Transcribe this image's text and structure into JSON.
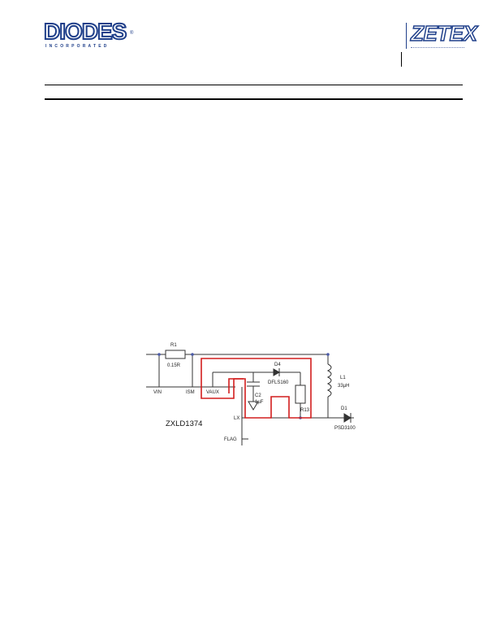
{
  "header": {
    "diodes_logo_text": "DIODES",
    "diodes_logo_sub": "INCORPORATED",
    "zetex_logo_text": "ZETEX"
  },
  "schematic": {
    "chip": "ZXLD1374",
    "pins": {
      "vin": "VIN",
      "ism": "ISM",
      "vaux": "VAUX",
      "lx": "LX",
      "flag": "FLAG"
    },
    "r1": {
      "ref": "R1",
      "value": "0.15R"
    },
    "d4": {
      "ref": "D4",
      "part": "DFLS160"
    },
    "c_aux": {
      "ref": "C2",
      "value": "1µF"
    },
    "r13": {
      "ref": "R13"
    },
    "l1": {
      "ref": "L1",
      "value": "33µH"
    },
    "d1": {
      "ref": "D1",
      "part": "PSD3100"
    },
    "highlight_color": "#d21e1e"
  }
}
